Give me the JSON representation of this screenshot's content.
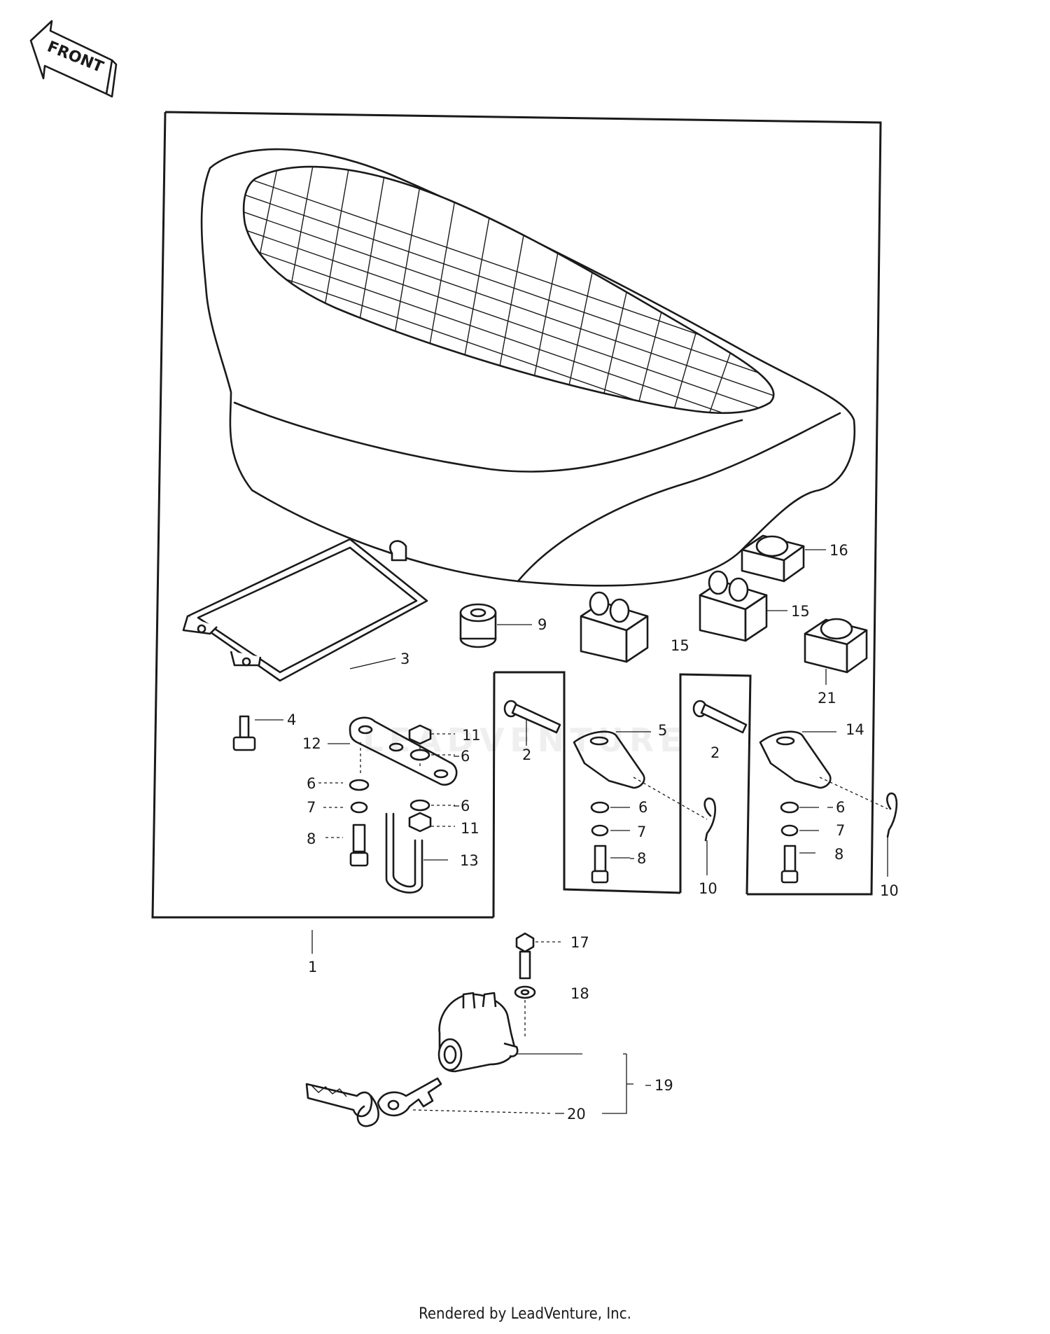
{
  "front_label": "FRONT",
  "footer_text": "Rendered by LeadVenture, Inc.",
  "watermark_text": "LEADVENTURE",
  "callouts": {
    "c1": "1",
    "c2a": "2",
    "c2b": "2",
    "c3": "3",
    "c4": "4",
    "c5": "5",
    "c6a": "6",
    "c6b": "6",
    "c6c": "6",
    "c6d": "6",
    "c6e": "6",
    "c7a": "7",
    "c7b": "7",
    "c7c": "7",
    "c8a": "8",
    "c8b": "8",
    "c8c": "8",
    "c9": "9",
    "c10a": "10",
    "c10b": "10",
    "c11a": "11",
    "c11b": "11",
    "c12": "12",
    "c13": "13",
    "c14": "14",
    "c15a": "15",
    "c15b": "15",
    "c16": "16",
    "c17": "17",
    "c18": "18",
    "c19": "19",
    "c20": "20",
    "c21": "21"
  }
}
